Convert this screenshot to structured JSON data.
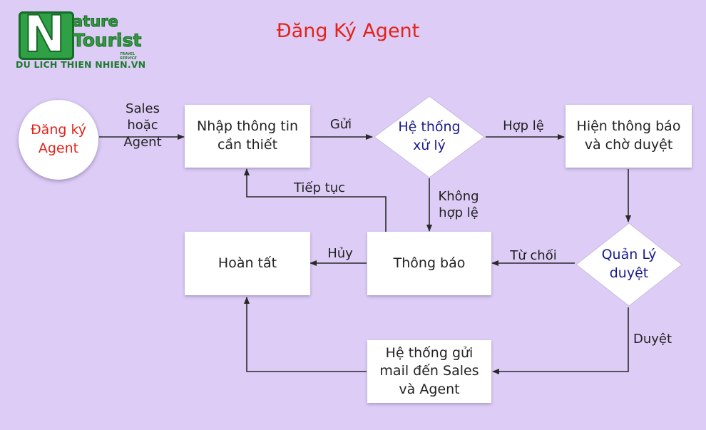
{
  "logo": {
    "mark": "N",
    "word1": "ature",
    "word2": "Tourist",
    "service": "TRAVEL SERVICE",
    "tagline": "DU LICH THIEN NHIEN.VN"
  },
  "title": "Đăng Ký Agent",
  "nodes": {
    "start": "Đăng ký\nAgent",
    "input": "Nhập thông tin\ncần thiết",
    "system_check": "Hệ thống\nxử lý",
    "notify_wait": "Hiện thông báo\nvà chờ duyệt",
    "manager_review": "Quản Lý\nduyệt",
    "notification": "Thông báo",
    "complete": "Hoàn tất",
    "send_mail": "Hệ thống gửi\nmail đến Sales\nvà Agent"
  },
  "edges": {
    "sales_or_agent": "Sales\nhoặc\nAgent",
    "send": "Gửi",
    "valid": "Hợp lệ",
    "invalid": "Không\nhợp lệ",
    "continue": "Tiếp tục",
    "cancel": "Hủy",
    "reject": "Từ chối",
    "approve": "Duyệt"
  },
  "colors": {
    "background": "#dcccf6",
    "title": "#e2231a",
    "decision_text": "#1a1a8c",
    "logo_green": "#2fa046"
  }
}
